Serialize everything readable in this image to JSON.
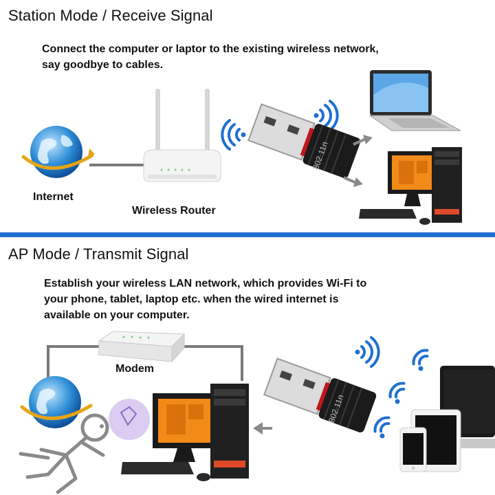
{
  "station": {
    "title": "Station Mode / Receive Signal",
    "desc_line1": "Connect the computer or laptor to the existing wireless network,",
    "desc_line2": "say goodbye to cables.",
    "label_internet": "Internet",
    "label_router": "Wireless Router",
    "adapter_text": "802.11n"
  },
  "ap": {
    "title": "AP Mode / Transmit Signal",
    "desc_line1": "Establish your wireless LAN network, which provides Wi-Fi to",
    "desc_line2": "your phone, tablet, laptop etc. when the wired internet is",
    "desc_line3": "available on your computer.",
    "label_modem": "Modem",
    "adapter_text": "802.11n"
  },
  "colors": {
    "divider": "#1f6fd1",
    "wifi": "#1f6fd1",
    "pc_orange": "#f28a1a"
  }
}
